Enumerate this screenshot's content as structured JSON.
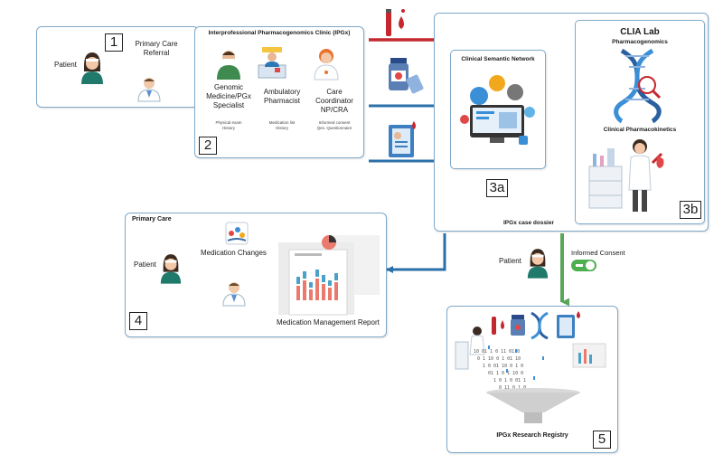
{
  "colors": {
    "panel_border": "#7fa9c9",
    "arrow_blue": "#2b6fa8",
    "arrow_red": "#c4272d",
    "arrow_green": "#5aa55a",
    "toggle_green": "#4caf50"
  },
  "box1": {
    "number": "1",
    "patient_label": "Patient",
    "referral_line1": "Primary Care",
    "referral_line2": "Referral"
  },
  "box2": {
    "number": "2",
    "title": "Interprofessional Pharmacogenomics Clinic (IPGx)",
    "roles": [
      {
        "name_lines": [
          "Genomic",
          "Medicine/PGx",
          "Specialist"
        ],
        "small_lines": [
          "Physical exam",
          "History"
        ]
      },
      {
        "name_lines": [
          "Ambulatory",
          "Pharmacist"
        ],
        "small_lines": [
          "Medication list",
          "History"
        ]
      },
      {
        "name_lines": [
          "Care",
          "Coordinator",
          "NP/CRA"
        ],
        "small_lines": [
          "Informed consent",
          "Qes. Questionnaire"
        ]
      }
    ]
  },
  "box3": {
    "dossier_label": "IPGx case dossier",
    "network": {
      "number": "3a",
      "title": "Clinical Semantic Network"
    },
    "lab": {
      "number": "3b",
      "title": "CLIA Lab",
      "subtitle": "Pharmacogenomics",
      "kinetics": "Clinical Pharmacokinetics"
    }
  },
  "box4": {
    "number": "4",
    "title": "Primary Care",
    "patient_label": "Patient",
    "med_changes": "Medication Changes",
    "report_label": "Medication Management Report"
  },
  "consent": {
    "patient_label": "Patient",
    "label": "Informed Consent"
  },
  "box5": {
    "number": "5",
    "title": "IPGx Research Registry"
  }
}
